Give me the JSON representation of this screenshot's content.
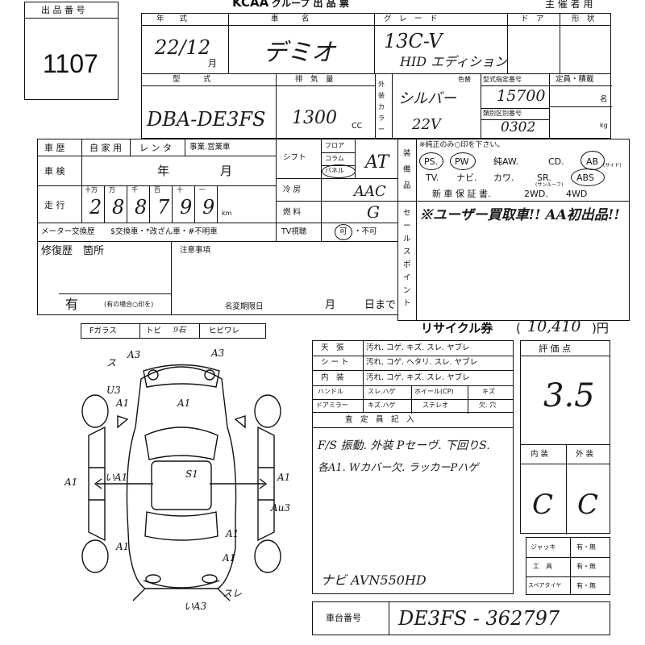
{
  "header": {
    "lot_label": "出 品 番 号",
    "lot_number": "1107",
    "brand": "KCAA",
    "group": "グループ 出 品 票",
    "organizer": "主 催 者 用"
  },
  "row1": {
    "year_label": "年　　式",
    "car_name_label": "車　　　名",
    "grade_label": "グ　レ　ー　ド",
    "door_label": "ド　ア",
    "shape_label": "形　状",
    "year_value": "22/12",
    "month_unit": "月",
    "car_name": "デミオ",
    "grade_value": "13C-V",
    "grade_sub": "HID エディション"
  },
  "row2": {
    "model_label": "型　　　式",
    "displacement_label": "排　気　量",
    "exterior_label": "外装カラー",
    "color_label": "色替",
    "model_no_label": "型式指定番号",
    "category_no_label": "類別区別番号",
    "capacity_label": "定員・積載",
    "capacity_unit": "名",
    "load_unit": "kg",
    "model_value": "DBA-DE3FS",
    "displacement_value": "1300",
    "displacement_unit": "CC",
    "color_value": "シルバー",
    "color_code": "22V",
    "model_no_value": "15700",
    "category_no_value": "0302"
  },
  "history": {
    "label": "車 歴",
    "options": [
      "自 家 用",
      "レ ン タ",
      "事業.営業車"
    ],
    "inspection_label": "車 検",
    "year_unit": "年",
    "month_unit": "月",
    "mileage_label": "走 行",
    "mileage_units": [
      "十万",
      "万",
      "千",
      "百",
      "十",
      "一"
    ],
    "mileage_digits": [
      "2",
      "8",
      "8",
      "7",
      "9",
      "9"
    ],
    "km_unit": "km",
    "meter_label": "メーター交換歴",
    "meter_options": "$交換車・*改ざん車・#不明車",
    "shift_label": "シフト",
    "shift_sub": [
      "フロア",
      "コラム",
      "パネル"
    ],
    "shift_value": "AT",
    "ac_label": "冷 房",
    "ac_value": "AAC",
    "fuel_label": "燃 料",
    "fuel_value": "G",
    "tv_label": "TV視聴",
    "tv_ok": "可",
    "tv_ng": "・不可"
  },
  "equipment": {
    "label": "装備品",
    "note": "※純正のみ○印を下さい。",
    "line1": [
      "PS.",
      "PW",
      "純AW.",
      "CD.",
      "AB"
    ],
    "ab_note": "(サイド)",
    "line2": [
      "TV.",
      "ナビ.",
      "カワ.",
      "SR.",
      "ABS"
    ],
    "sr_note": "(サンルーフ)",
    "line3": [
      "新 車 保 証 書.",
      "2WD.",
      "4WD"
    ],
    "sales_label": "セールスポイント",
    "handwritten": "※ユーザー買取車!! AA初出品!!"
  },
  "repair": {
    "label": "修復歴　箇所",
    "value": "有",
    "note": "(有の場合○印を)",
    "caution_label": "注意事項",
    "deadline_label": "名変期限日",
    "month_unit": "月",
    "day_unit": "日まで"
  },
  "glass": {
    "label": "Fガラス",
    "tobi": "トビ",
    "tobi_note": "9石",
    "hibi": "ヒビワレ"
  },
  "recycle": {
    "label": "リサイクル券",
    "value": "10,410",
    "unit": ")円",
    "paren": "("
  },
  "interior": {
    "rows": [
      {
        "label": "天　張",
        "items": "汚れ. コゲ. キズ. スレ. ヤブレ"
      },
      {
        "label": "シ ー ト",
        "items": "汚れ. コゲ. ヘタリ. スレ. ヤブレ"
      },
      {
        "label": "内　装",
        "items": "汚れ. コゲ. キズ. スレ. ヤブレ"
      }
    ],
    "row4": [
      "ハンドル",
      "スレ.ハゲ",
      "ホイール(CP)",
      "キズ"
    ],
    "row5": [
      "ドアミラー",
      "キズ.ハゲ",
      "ステレオ",
      "欠. 穴"
    ]
  },
  "inspector": {
    "label": "査　定　員　記　入",
    "line1": "F/S 振動. 外装 Pセーヴ. 下回りS.",
    "line2": "各A1. Wカバー欠. ラッカーPハゲ",
    "navi": "ナビ AVN550HD"
  },
  "rating": {
    "label": "評 価 点",
    "score": "3.5",
    "interior_label": "内 装",
    "exterior_label": "外 装",
    "interior_grade": "C",
    "exterior_grade": "C"
  },
  "tools": [
    {
      "label": "ジャッキ",
      "value": "有・無"
    },
    {
      "label": "工　具",
      "value": "有・無"
    },
    {
      "label": "スペアタイヤ",
      "value": "有・無"
    }
  ],
  "chassis": {
    "label": "車台番号",
    "value": "DE3FS - 362797"
  },
  "diagram": {
    "marks": [
      "A3",
      "ス",
      "A3",
      "U3",
      "A1",
      "A1",
      "いA1",
      "S1",
      "A1",
      "A1",
      "Au3",
      "A1",
      "A1",
      "A1",
      "いA3",
      "スレ"
    ]
  }
}
